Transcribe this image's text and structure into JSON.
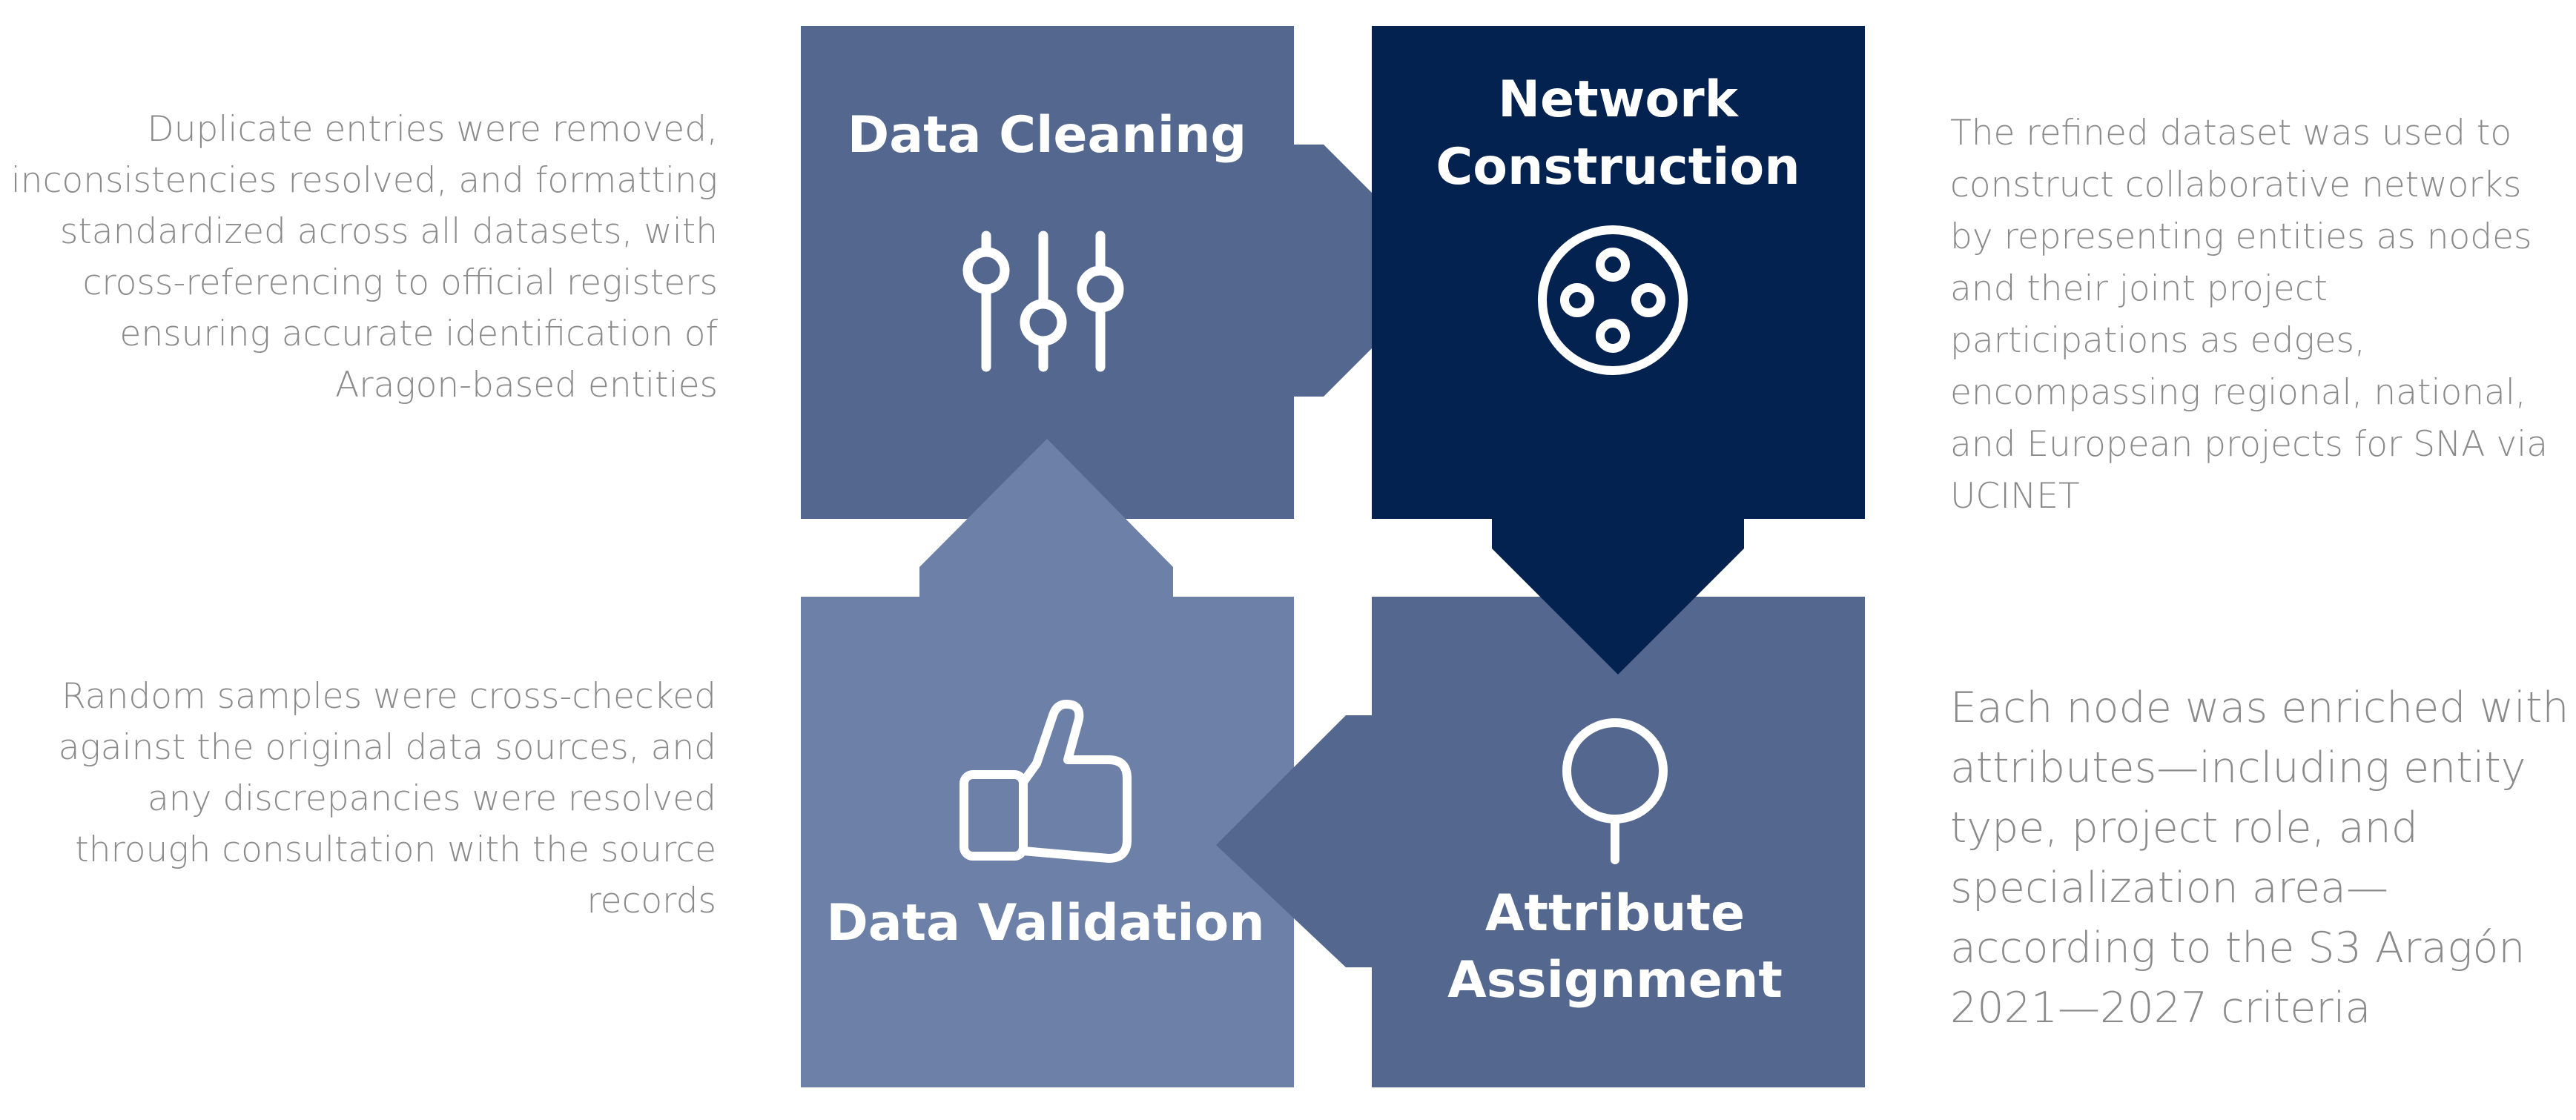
{
  "steps": {
    "cleaning": {
      "title": "Data Cleaning",
      "icon": "sliders-icon",
      "color": "#54678f",
      "description": "Duplicate entries were removed, inconsistencies resolved, and formatting standardized across all datasets, with cross-referencing to official registers ensuring accurate identification of Aragon-based entities"
    },
    "network": {
      "title_line1": "Network",
      "title_line2": "Construction",
      "icon": "network-nodes-icon",
      "color": "#03224f",
      "description": "The refined dataset was used to construct collaborative networks by representing entities as nodes and their joint project participations as edges, encompassing regional, national, and European projects for SNA via UCINET"
    },
    "attribute": {
      "title_line1": "Attribute",
      "title_line2": "Assignment",
      "icon": "pin-icon",
      "color": "#54678f",
      "description": "Each node was enriched with attributes—including entity type, project role, and specialization area—according to the S3 Aragón 2021—2027 criteria"
    },
    "validation": {
      "title": "Data Validation",
      "icon": "thumbs-up-icon",
      "color": "#6c80a8",
      "description": "Random samples were cross-checked against the original data sources, and any discrepancies were resolved through consultation with the source records"
    }
  }
}
